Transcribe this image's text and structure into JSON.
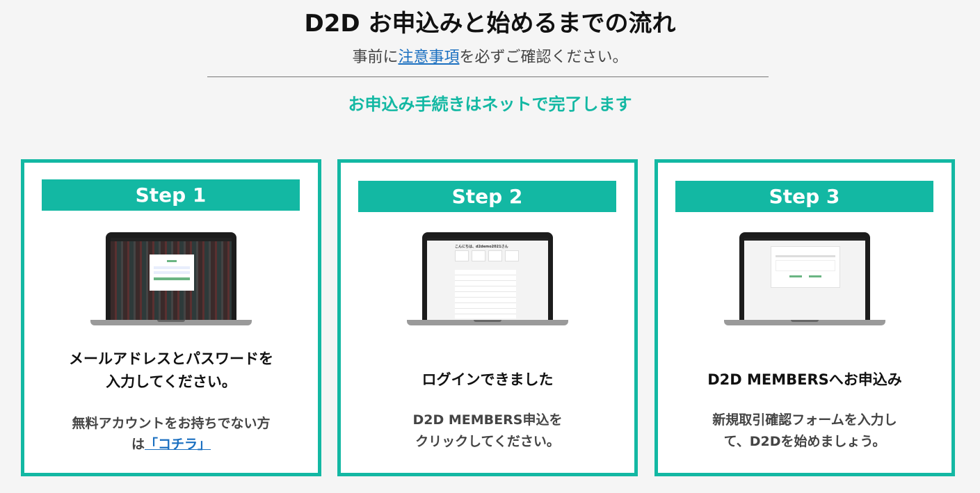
{
  "header": {
    "title": "D2D お申込みと始めるまでの流れ",
    "sub_before": "事前に",
    "sub_link": "注意事項",
    "sub_after": "を必ずご確認ください。",
    "lead": "お申込み手続きはネットで完了します"
  },
  "colors": {
    "accent": "#13b8a3",
    "link": "#1a6fc0"
  },
  "steps": [
    {
      "label": "Step 1",
      "heading_1": "メールアドレスとパスワードを",
      "heading_2": "入力してください。",
      "desc_1": "無料アカウントをお持ちでない方",
      "desc_2": "は",
      "link": "「コチラ」"
    },
    {
      "label": "Step 2",
      "screen_text": "こんにちは、d2demo2021さん",
      "heading_1": "ログインできました",
      "desc_1": "D2D MEMBERS申込を",
      "desc_2": "クリックしてください。"
    },
    {
      "label": "Step 3",
      "heading_1": "D2D MEMBERSへお申込み",
      "desc_1": "新規取引確認フォームを入力し",
      "desc_2": "て、D2Dを始めましょう。"
    }
  ]
}
